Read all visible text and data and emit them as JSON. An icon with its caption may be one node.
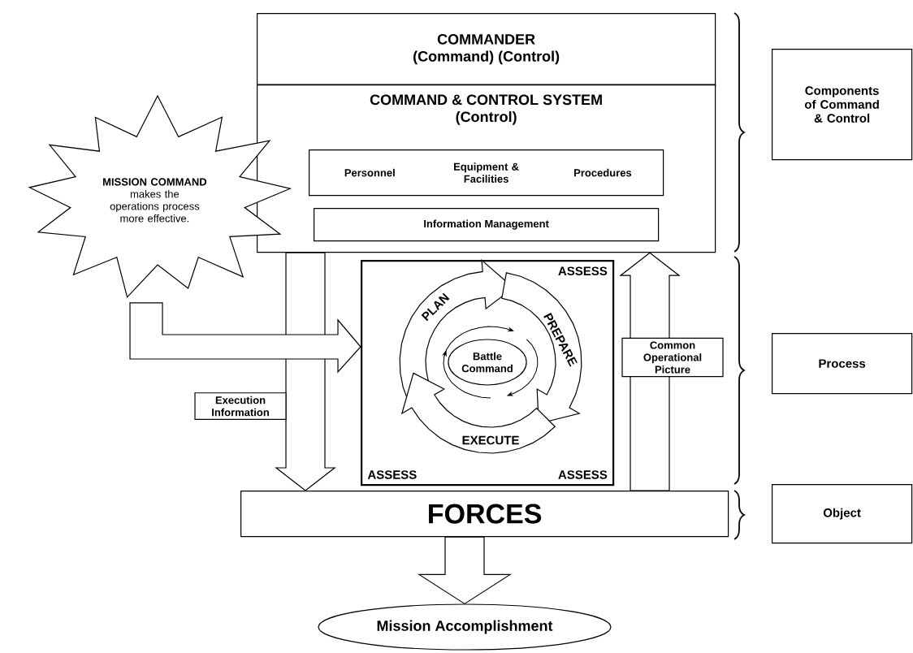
{
  "diagram": {
    "nodes": [
      {
        "text": [
          "COMMANDER",
          "(Command) (Control)"
        ]
      },
      {
        "text": [
          "COMMAND & CONTROL SYSTEM",
          "(Control)"
        ]
      },
      {
        "text": [
          "Personnel",
          "Equipment & Facilities",
          "Procedures"
        ],
        "in": 1
      },
      {
        "text": [
          "Information Management"
        ],
        "in": 1
      },
      {
        "text": [
          "MISSION COMMAND",
          "makes the operations process more effective."
        ]
      },
      {
        "text": [
          "ASSESS",
          "ASSESS",
          "ASSESS"
        ]
      },
      {
        "text": [
          "Battle Command"
        ],
        "in": 5
      },
      {
        "text": [
          "FORCES"
        ]
      },
      {
        "text": [
          "Mission Accomplishment"
        ]
      },
      {
        "text": [
          "Components of Command & Control"
        ]
      },
      {
        "text": [
          "Process"
        ]
      },
      {
        "text": [
          "Object"
        ]
      }
    ],
    "edges": [
      {
        "from": 1,
        "to": 7,
        "arrow": "to",
        "label": "Execution Information"
      },
      {
        "from": 7,
        "to": 1,
        "arrow": "to",
        "label": "Common Operational Picture"
      },
      {
        "from": 4,
        "to": 5,
        "arrow": "to"
      },
      {
        "from": 7,
        "to": 8,
        "arrow": "to"
      }
    ],
    "labels": [
      "PLAN",
      "PREPARE",
      "EXECUTE"
    ]
  }
}
